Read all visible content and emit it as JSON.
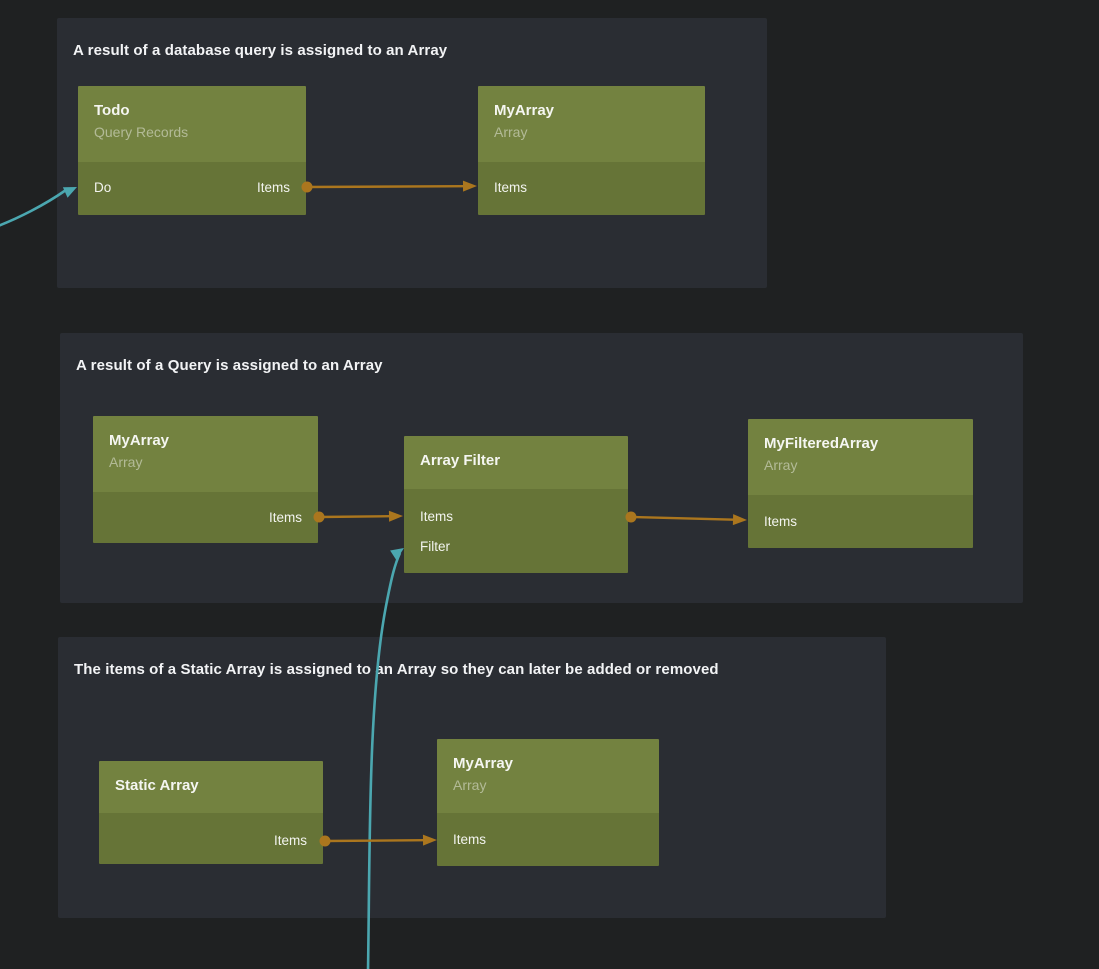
{
  "canvas": {
    "colors": {
      "background": "#1f2122",
      "panel_background": "#2a2d33",
      "node_header": "#738240",
      "node_body": "#667437",
      "wire_data": "#ab761e",
      "wire_signal": "#4ba7b0"
    }
  },
  "groups": [
    {
      "title": "A result of a database query is assigned to an Array",
      "nodes": [
        {
          "title": "Todo",
          "subtitle": "Query Records",
          "inputs": [
            "Do"
          ],
          "outputs": [
            "Items"
          ]
        },
        {
          "title": "MyArray",
          "subtitle": "Array",
          "inputs": [
            "Items"
          ],
          "outputs": []
        }
      ]
    },
    {
      "title": "A result of a Query is assigned to an Array",
      "nodes": [
        {
          "title": "MyArray",
          "subtitle": "Array",
          "inputs": [],
          "outputs": [
            "Items"
          ]
        },
        {
          "title": "Array Filter",
          "subtitle": "",
          "inputs": [
            "Items",
            "Filter"
          ],
          "outputs": [
            ""
          ]
        },
        {
          "title": "MyFilteredArray",
          "subtitle": "Array",
          "inputs": [
            "Items"
          ],
          "outputs": []
        }
      ]
    },
    {
      "title": "The items of a Static Array is assigned to an Array so they can later be added or removed",
      "nodes": [
        {
          "title": "Static Array",
          "subtitle": "",
          "inputs": [],
          "outputs": [
            "Items"
          ]
        },
        {
          "title": "MyArray",
          "subtitle": "Array",
          "inputs": [
            "Items"
          ],
          "outputs": []
        }
      ]
    }
  ],
  "connections": [
    {
      "from": "Todo.Items",
      "to": "MyArray.Items",
      "type": "data"
    },
    {
      "from": "offscreen-left",
      "to": "Todo.Do",
      "type": "signal"
    },
    {
      "from": "MyArray.Items",
      "to": "Array Filter.Items",
      "type": "data"
    },
    {
      "from": "Array Filter.Items",
      "to": "MyFilteredArray.Items",
      "type": "data"
    },
    {
      "from": "offscreen-bottom",
      "to": "Array Filter.Filter",
      "type": "signal"
    },
    {
      "from": "Static Array.Items",
      "to": "MyArray.Items",
      "type": "data"
    }
  ]
}
